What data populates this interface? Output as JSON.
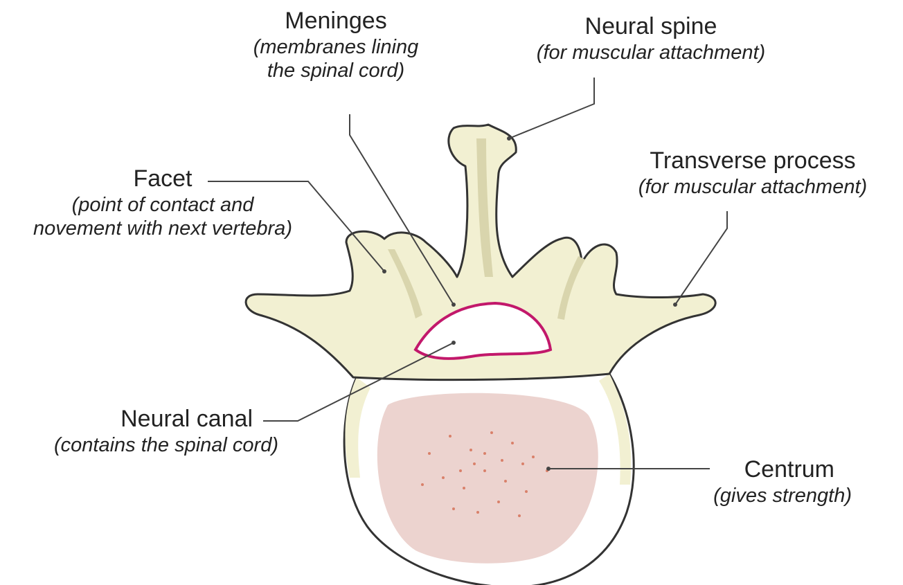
{
  "labels": {
    "meninges": {
      "name": "Meninges",
      "desc_line1": "(membranes lining",
      "desc_line2": "the spinal cord)"
    },
    "neural_spine": {
      "name": "Neural spine",
      "desc": "(for muscular attachment)"
    },
    "facet": {
      "name": "Facet",
      "desc_line1": "(point of contact and",
      "desc_line2": "novement with next vertebra)"
    },
    "transverse_process": {
      "name": "Transverse process",
      "desc": "(for muscular attachment)"
    },
    "neural_canal": {
      "name": "Neural canal",
      "desc": "(contains the spinal cord)"
    },
    "centrum": {
      "name": "Centrum",
      "desc": "(gives strength)"
    }
  },
  "colors": {
    "bone_fill": "#f2f0d2",
    "bone_shadow": "#d9d5ad",
    "outline": "#333333",
    "meninges": "#c2186b",
    "centrum_fill": "#ecd3cf",
    "speckle": "#d9806a",
    "leader_line": "#444444"
  }
}
